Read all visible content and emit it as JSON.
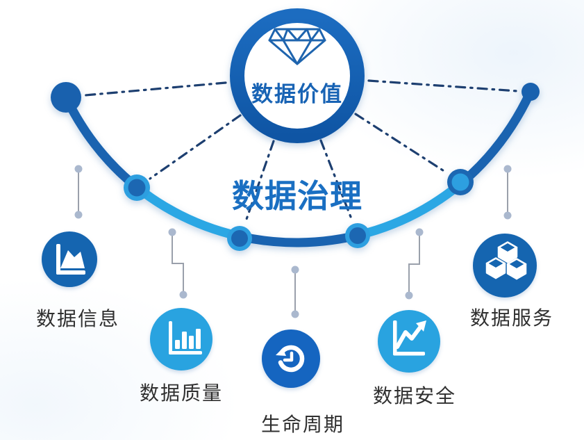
{
  "diagram": {
    "badge": "数据价值",
    "title": "数据治理",
    "items": [
      {
        "label": "数据信息",
        "icon": "area-chart-icon"
      },
      {
        "label": "数据质量",
        "icon": "bar-chart-icon"
      },
      {
        "label": "生命周期",
        "icon": "lifecycle-history-icon"
      },
      {
        "label": "数据安全",
        "icon": "trend-line-icon"
      },
      {
        "label": "数据服务",
        "icon": "cubes-icon"
      }
    ]
  },
  "colors": {
    "ring_top": "#1c6cc0",
    "ring_bottom": "#0f55a4",
    "badge_text": "#1863b4",
    "title_text": "#1a6fc2",
    "diamond": "#1e64ae",
    "arc_dark": "#1a63b0",
    "arc_light": "#2ba7e4",
    "node_light": "#2d9fe0",
    "node_dark": "#1c67b2",
    "endpoint": "#1961ae",
    "dash_line": "#1d3f70",
    "connector_line": "#9aa0ab",
    "connector_dot": "#aab8ce",
    "icon_circle_dark": "#1565b0",
    "icon_circle_mid": "#1565c0",
    "icon_circle_light": "#29a3e0",
    "label_text": "#2f2f2f"
  }
}
